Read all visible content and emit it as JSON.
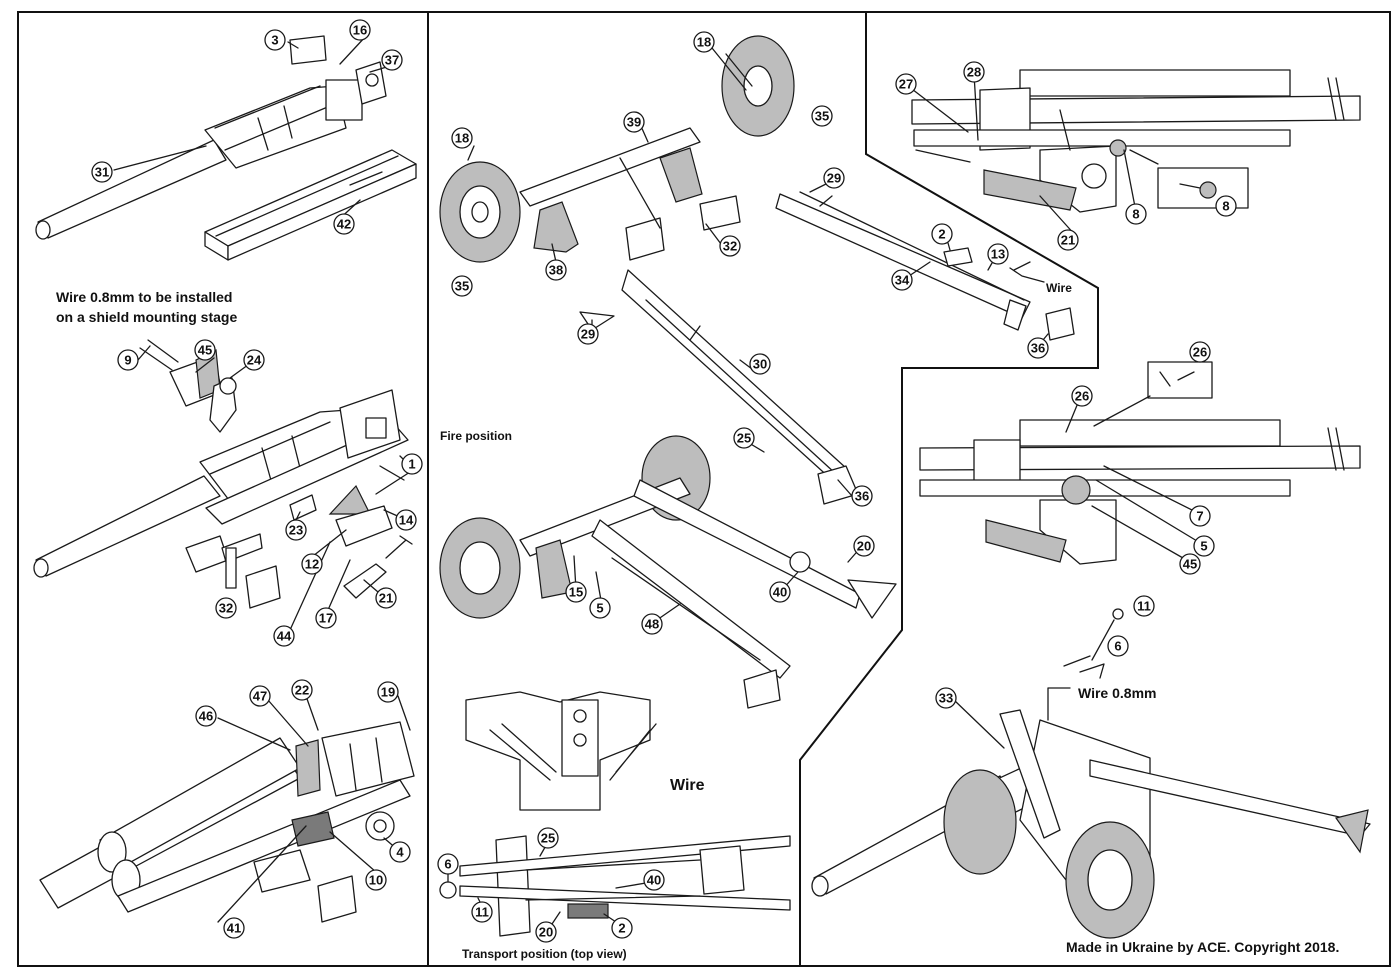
{
  "panel_a": {
    "note_line1": "Wire 0.8mm to be installed",
    "note_line2": "on a shield mounting stage",
    "callouts": [
      "3",
      "16",
      "37",
      "31",
      "42",
      "9",
      "45",
      "24",
      "1",
      "23",
      "14",
      "32",
      "12",
      "21",
      "44",
      "17",
      "47",
      "22",
      "19",
      "46",
      "4",
      "10",
      "41"
    ]
  },
  "panel_b": {
    "fire_position": "Fire position",
    "wire": "Wire",
    "transport_position": "Transport position (top view)",
    "callouts": [
      "18",
      "35",
      "39",
      "18",
      "32",
      "38",
      "35",
      "29",
      "30",
      "25",
      "36",
      "15",
      "5",
      "40",
      "20",
      "48",
      "25",
      "6",
      "40",
      "11",
      "20",
      "2"
    ]
  },
  "panel_c": {
    "callouts": [
      "27",
      "28",
      "8",
      "8",
      "21"
    ]
  },
  "panel_d": {
    "wire": "Wire",
    "callouts": [
      "29",
      "2",
      "13",
      "34",
      "36"
    ]
  },
  "panel_e": {
    "callouts": [
      "26",
      "26",
      "7",
      "5",
      "45"
    ]
  },
  "panel_f": {
    "wire": "Wire 0.8mm",
    "callouts": [
      "11",
      "6",
      "33"
    ]
  },
  "footer": {
    "copyright": "Made in Ukraine by ACE. Copyright 2018."
  }
}
